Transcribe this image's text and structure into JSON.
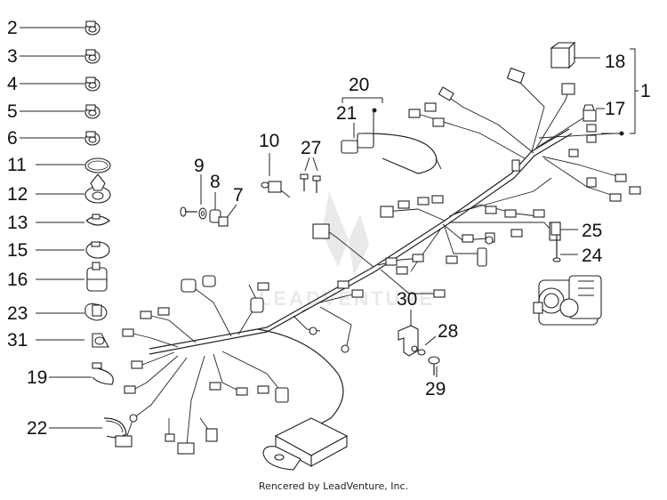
{
  "labels": {
    "n1": "1",
    "n2": "2",
    "n3": "3",
    "n4": "4",
    "n5": "5",
    "n6": "6",
    "n7": "7",
    "n8": "8",
    "n9": "9",
    "n10": "10",
    "n11": "11",
    "n12": "12",
    "n13": "13",
    "n15": "15",
    "n16": "16",
    "n17": "17",
    "n18": "18",
    "n19": "19",
    "n20": "20",
    "n21": "21",
    "n22": "22",
    "n23": "23",
    "n24": "24",
    "n25": "25",
    "n27": "27",
    "n28": "28",
    "n29": "29",
    "n30": "30",
    "n31": "31"
  },
  "watermark": {
    "text": "LEADVENTURE"
  },
  "footer": {
    "credit": "Rencered by LeadVenture, Inc."
  }
}
